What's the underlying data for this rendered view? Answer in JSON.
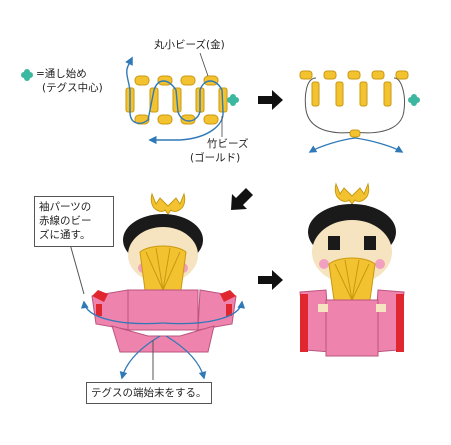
{
  "legend": {
    "marker_label": "=通し始め",
    "marker_sub": "(テグス中心)"
  },
  "labels": {
    "round_bead": "丸小ビーズ(金)",
    "bamboo_bead_line1": "竹ビーズ",
    "bamboo_bead_line2": "(ゴールド)"
  },
  "callouts": {
    "sleeve_line1": "袖パーツの",
    "sleeve_line2": "赤線のビー",
    "sleeve_line3": "ズに通す。",
    "bottom": "テグスの端始末をする。"
  },
  "colors": {
    "gold_bead": "#f2c230",
    "gold_dark": "#c99a10",
    "thread": "#2f79b8",
    "start_marker": "#3cb8a0",
    "pink": "#ee83ad",
    "red": "#e0262f",
    "skin": "#f6e3c0",
    "black": "#1a1a1a"
  },
  "icons": [
    "start-marker-icon",
    "step-arrow-icon"
  ]
}
